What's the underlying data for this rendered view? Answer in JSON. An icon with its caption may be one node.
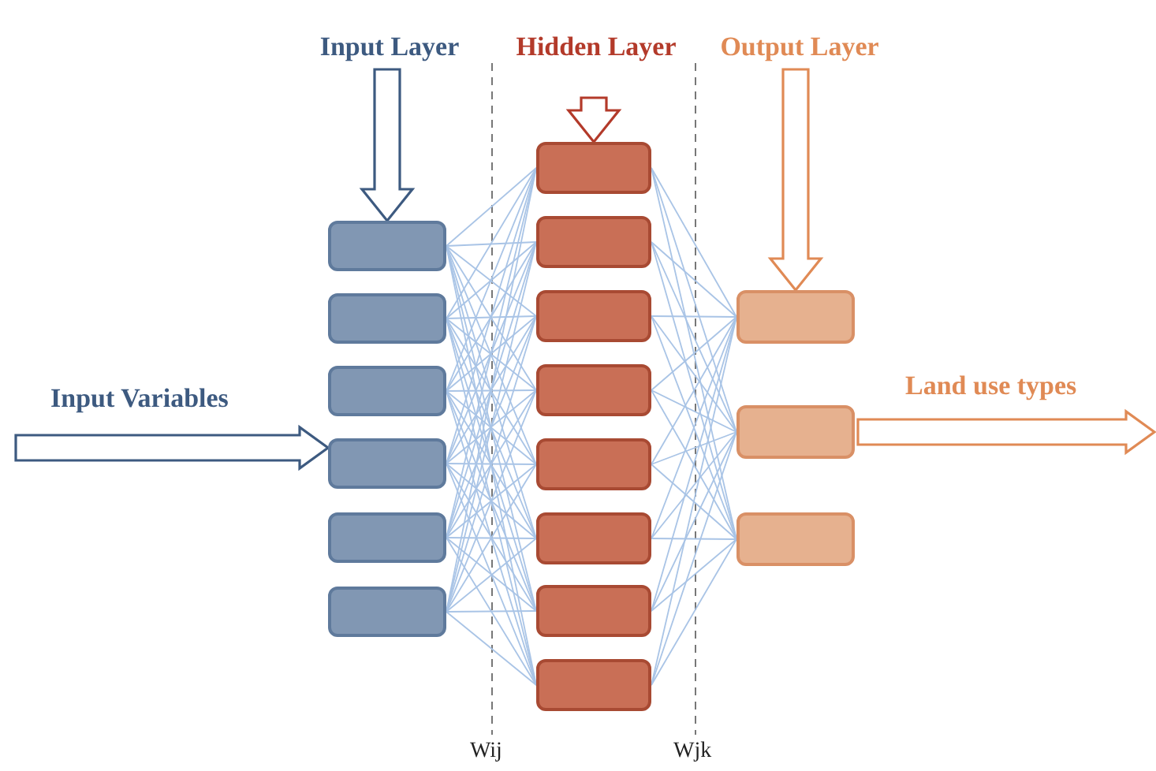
{
  "diagram": {
    "nodes": [
      {
        "text": [
          "Input Layer"
        ]
      },
      {
        "text": [
          "Hidden Layer"
        ]
      },
      {
        "text": [
          "Output Layer"
        ]
      },
      {
        "text": [],
        "shape": "box"
      },
      {
        "text": [],
        "shape": "box"
      },
      {
        "text": [],
        "shape": "box"
      },
      {
        "text": [],
        "shape": "box"
      },
      {
        "text": [],
        "shape": "box"
      },
      {
        "text": [],
        "shape": "box"
      },
      {
        "text": [],
        "shape": "box"
      },
      {
        "text": [],
        "shape": "box"
      },
      {
        "text": [],
        "shape": "box"
      },
      {
        "text": [],
        "shape": "box"
      },
      {
        "text": [],
        "shape": "box"
      },
      {
        "text": [],
        "shape": "box"
      },
      {
        "text": [],
        "shape": "box"
      },
      {
        "text": [],
        "shape": "box"
      },
      {
        "text": [],
        "shape": "box"
      },
      {
        "text": [],
        "shape": "box"
      },
      {
        "text": [],
        "shape": "box"
      }
    ],
    "edges": [
      {
        "from": 0,
        "to": 3,
        "arrow": "to",
        "style": "thick",
        "color": "#3d5a80"
      },
      {
        "from": 1,
        "to": 9,
        "arrow": "to",
        "style": "thick",
        "color": "#b33a2a"
      },
      {
        "from": 2,
        "to": 17,
        "arrow": "to",
        "style": "thick",
        "color": "#e08a55"
      },
      {
        "from": null,
        "to": 6,
        "arrow": "to",
        "label": "Input Variables",
        "style": "thick",
        "color": "#3d5a80"
      },
      {
        "from": 18,
        "to": null,
        "arrow": "to",
        "label": "Land use types",
        "style": "thick",
        "color": "#e08a55"
      },
      {
        "from": 3,
        "to": 9,
        "arrow": "none"
      },
      {
        "from": 3,
        "to": 10,
        "arrow": "none"
      },
      {
        "from": 3,
        "to": 11,
        "arrow": "none"
      },
      {
        "from": 3,
        "to": 12,
        "arrow": "none"
      },
      {
        "from": 3,
        "to": 13,
        "arrow": "none"
      },
      {
        "from": 3,
        "to": 14,
        "arrow": "none"
      },
      {
        "from": 3,
        "to": 15,
        "arrow": "none"
      },
      {
        "from": 3,
        "to": 16,
        "arrow": "none"
      },
      {
        "from": 4,
        "to": 9,
        "arrow": "none"
      },
      {
        "from": 4,
        "to": 10,
        "arrow": "none"
      },
      {
        "from": 4,
        "to": 11,
        "arrow": "none"
      },
      {
        "from": 4,
        "to": 12,
        "arrow": "none"
      },
      {
        "from": 4,
        "to": 13,
        "arrow": "none"
      },
      {
        "from": 4,
        "to": 14,
        "arrow": "none"
      },
      {
        "from": 4,
        "to": 15,
        "arrow": "none"
      },
      {
        "from": 4,
        "to": 16,
        "arrow": "none"
      },
      {
        "from": 5,
        "to": 9,
        "arrow": "none"
      },
      {
        "from": 5,
        "to": 10,
        "arrow": "none"
      },
      {
        "from": 5,
        "to": 11,
        "arrow": "none"
      },
      {
        "from": 5,
        "to": 12,
        "arrow": "none"
      },
      {
        "from": 5,
        "to": 13,
        "arrow": "none"
      },
      {
        "from": 5,
        "to": 14,
        "arrow": "none"
      },
      {
        "from": 5,
        "to": 15,
        "arrow": "none"
      },
      {
        "from": 5,
        "to": 16,
        "arrow": "none"
      },
      {
        "from": 6,
        "to": 9,
        "arrow": "none"
      },
      {
        "from": 6,
        "to": 10,
        "arrow": "none"
      },
      {
        "from": 6,
        "to": 11,
        "arrow": "none"
      },
      {
        "from": 6,
        "to": 12,
        "arrow": "none"
      },
      {
        "from": 6,
        "to": 13,
        "arrow": "none"
      },
      {
        "from": 6,
        "to": 14,
        "arrow": "none"
      },
      {
        "from": 6,
        "to": 15,
        "arrow": "none"
      },
      {
        "from": 6,
        "to": 16,
        "arrow": "none"
      },
      {
        "from": 7,
        "to": 9,
        "arrow": "none"
      },
      {
        "from": 7,
        "to": 10,
        "arrow": "none"
      },
      {
        "from": 7,
        "to": 11,
        "arrow": "none"
      },
      {
        "from": 7,
        "to": 12,
        "arrow": "none"
      },
      {
        "from": 7,
        "to": 13,
        "arrow": "none"
      },
      {
        "from": 7,
        "to": 14,
        "arrow": "none"
      },
      {
        "from": 7,
        "to": 15,
        "arrow": "none"
      },
      {
        "from": 7,
        "to": 16,
        "arrow": "none"
      },
      {
        "from": 8,
        "to": 9,
        "arrow": "none"
      },
      {
        "from": 8,
        "to": 10,
        "arrow": "none"
      },
      {
        "from": 8,
        "to": 11,
        "arrow": "none"
      },
      {
        "from": 8,
        "to": 12,
        "arrow": "none"
      },
      {
        "from": 8,
        "to": 13,
        "arrow": "none"
      },
      {
        "from": 8,
        "to": 14,
        "arrow": "none"
      },
      {
        "from": 8,
        "to": 15,
        "arrow": "none"
      },
      {
        "from": 8,
        "to": 16,
        "arrow": "none"
      },
      {
        "from": 9,
        "to": 17,
        "arrow": "none"
      },
      {
        "from": 9,
        "to": 18,
        "arrow": "none"
      },
      {
        "from": 9,
        "to": 19,
        "arrow": "none"
      },
      {
        "from": 10,
        "to": 17,
        "arrow": "none"
      },
      {
        "from": 10,
        "to": 18,
        "arrow": "none"
      },
      {
        "from": 10,
        "to": 19,
        "arrow": "none"
      },
      {
        "from": 11,
        "to": 17,
        "arrow": "none"
      },
      {
        "from": 11,
        "to": 18,
        "arrow": "none"
      },
      {
        "from": 11,
        "to": 19,
        "arrow": "none"
      },
      {
        "from": 12,
        "to": 17,
        "arrow": "none"
      },
      {
        "from": 12,
        "to": 18,
        "arrow": "none"
      },
      {
        "from": 12,
        "to": 19,
        "arrow": "none"
      },
      {
        "from": 13,
        "to": 17,
        "arrow": "none"
      },
      {
        "from": 13,
        "to": 18,
        "arrow": "none"
      },
      {
        "from": 13,
        "to": 19,
        "arrow": "none"
      },
      {
        "from": 14,
        "to": 17,
        "arrow": "none"
      },
      {
        "from": 14,
        "to": 18,
        "arrow": "none"
      },
      {
        "from": 14,
        "to": 19,
        "arrow": "none"
      },
      {
        "from": 15,
        "to": 17,
        "arrow": "none"
      },
      {
        "from": 15,
        "to": 18,
        "arrow": "none"
      },
      {
        "from": 15,
        "to": 19,
        "arrow": "none"
      },
      {
        "from": 16,
        "to": 17,
        "arrow": "none"
      },
      {
        "from": 16,
        "to": 18,
        "arrow": "none"
      },
      {
        "from": 16,
        "to": 19,
        "arrow": "none"
      }
    ],
    "labels": [
      "Wij",
      "Wjk"
    ]
  }
}
